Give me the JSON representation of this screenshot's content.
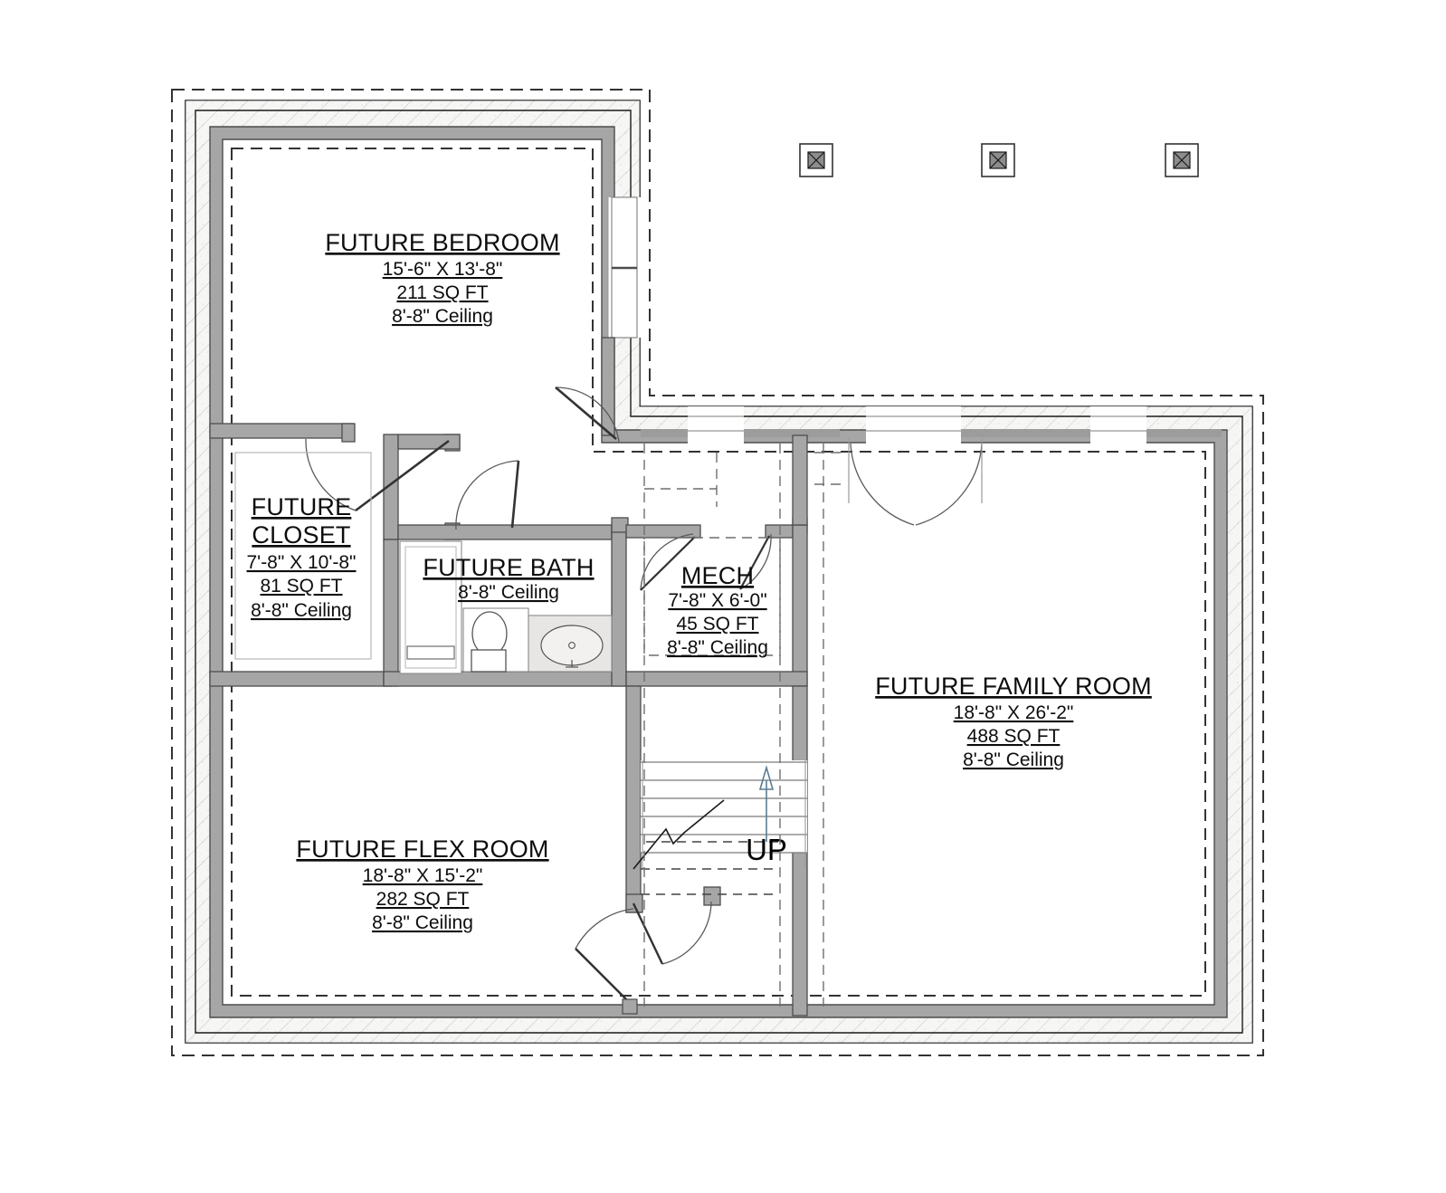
{
  "drawing": {
    "type": "architectural-floor-plan",
    "level": "Basement / Lower Level",
    "colors": {
      "wall_fill": "#a6a6a6",
      "wall_stroke": "#4d4d4d",
      "foundation_fill": "#f4f4f2",
      "line": "#1a1a1a",
      "dashed": "#333333",
      "fixture_fill": "#e8e6e4",
      "arrow": "#5a7d96"
    },
    "rooms": [
      {
        "key": "bedroom",
        "name": "FUTURE BEDROOM",
        "dimensions": "15'-6\" X 13'-8\"",
        "area": "211 SQ FT",
        "ceiling": "8'-8\" Ceiling"
      },
      {
        "key": "closet",
        "name_line1": "FUTURE",
        "name_line2": "CLOSET",
        "dimensions": "7'-8\" X 10'-8\"",
        "area": "81 SQ FT",
        "ceiling": "8'-8\" Ceiling"
      },
      {
        "key": "bath",
        "name": "FUTURE BATH",
        "ceiling": "8'-8\" Ceiling"
      },
      {
        "key": "mech",
        "name": "MECH",
        "dimensions": "7'-8\" X 6'-0\"",
        "area": "45 SQ FT",
        "ceiling": "8'-8\" Ceiling"
      },
      {
        "key": "family",
        "name": "FUTURE FAMILY ROOM",
        "dimensions": "18'-8\" X 26'-2\"",
        "area": "488 SQ FT",
        "ceiling": "8'-8\" Ceiling"
      },
      {
        "key": "flex",
        "name": "FUTURE FLEX ROOM",
        "dimensions": "18'-8\" X 15'-2\"",
        "area": "282 SQ FT",
        "ceiling": "8'-8\" Ceiling"
      }
    ],
    "annotations": {
      "stair_direction": "UP"
    },
    "symbols": {
      "column": "column-pier-symbol",
      "column_count": 3
    },
    "fixtures": [
      {
        "key": "toilet",
        "name": "toilet"
      },
      {
        "key": "vanity",
        "name": "vanity-sink"
      },
      {
        "key": "shower",
        "name": "shower-tub"
      }
    ]
  }
}
